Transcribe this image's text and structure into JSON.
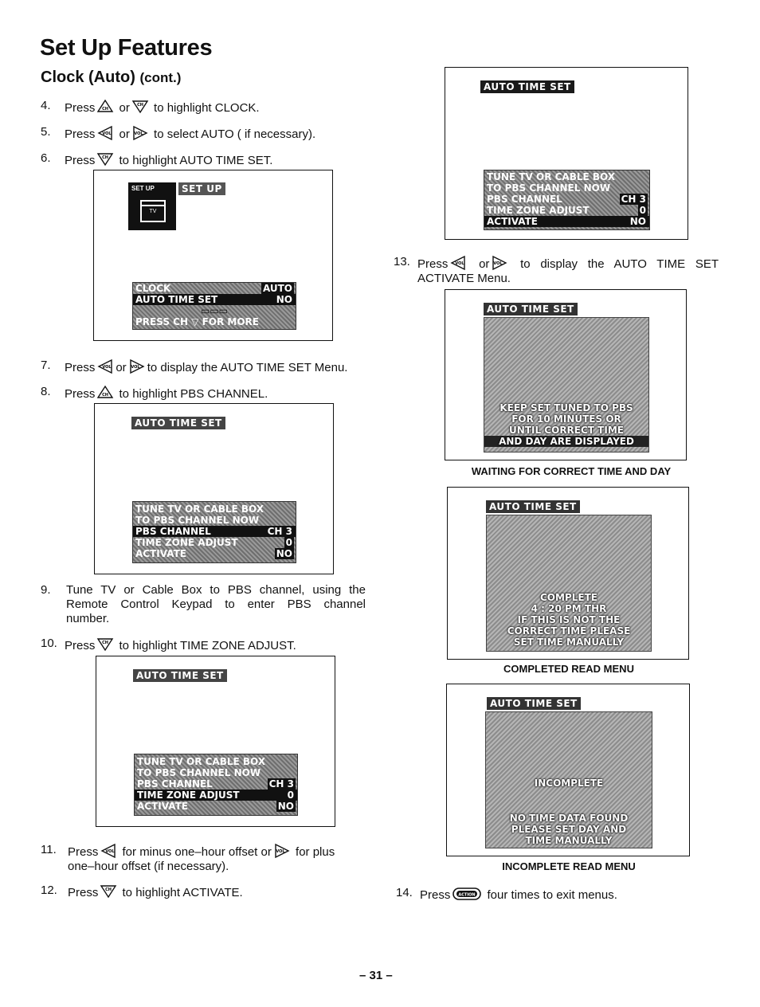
{
  "title": "Set Up Features",
  "subtitle": "Clock (Auto)",
  "subtitle_cont": "(cont.)",
  "steps": {
    "s4": {
      "num": "4.",
      "pre": "Press",
      "mid": "or",
      "post": "to highlight CLOCK."
    },
    "s5": {
      "num": "5.",
      "pre": "Press",
      "mid": "or",
      "post": "to select AUTO ( if necessary)."
    },
    "s6": {
      "num": "6.",
      "pre": "Press",
      "post": "to highlight AUTO TIME SET."
    },
    "s7": {
      "num": "7.",
      "pre": "Press",
      "mid": "or",
      "post": "to display the AUTO TIME SET Menu."
    },
    "s8": {
      "num": "8.",
      "pre": "Press",
      "post": "to highlight PBS CHANNEL."
    },
    "s9": {
      "num": "9.",
      "line1": "Tune TV or Cable Box to PBS channel, using the",
      "line2": "Remote Control Keypad to enter PBS channel",
      "line3": "number."
    },
    "s10": {
      "num": "10.",
      "pre": "Press",
      "post": "to highlight TIME ZONE ADJUST."
    },
    "s11": {
      "num": "11.",
      "pre": "Press",
      "mid": "for minus one–hour offset or",
      "post": "for plus",
      "line2": "one–hour offset (if necessary)."
    },
    "s12": {
      "num": "12.",
      "pre": "Press",
      "post": "to highlight ACTIVATE."
    },
    "s13": {
      "num": "13.",
      "pre": "Press",
      "mid": "or",
      "post": "to display the AUTO TIME SET",
      "line2": "ACTIVATE Menu."
    },
    "s14": {
      "num": "14.",
      "pre": "Press",
      "post": "four times to exit menus."
    }
  },
  "screen_setup": {
    "icon_label": "SET UP",
    "icon_tv": "TV",
    "header": "SET UP",
    "rows": [
      {
        "label": "CLOCK",
        "value": "AUTO"
      },
      {
        "label": "AUTO TIME SET",
        "value": "NO"
      },
      {
        "label": "▭▭▭",
        "value": ""
      },
      {
        "label": "PRESS CH ▽ FOR MORE",
        "value": ""
      }
    ]
  },
  "screen_pbs": {
    "header": "AUTO TIME SET",
    "rows": [
      {
        "label": "TUNE TV OR CABLE BOX",
        "value": ""
      },
      {
        "label": "TO PBS CHANNEL NOW",
        "value": ""
      },
      {
        "label": "PBS CHANNEL",
        "value": "CH 3"
      },
      {
        "label": "TIME ZONE ADJUST",
        "value": "0"
      },
      {
        "label": "ACTIVATE",
        "value": "NO"
      }
    ]
  },
  "screen_tz": {
    "header": "AUTO TIME SET",
    "rows": [
      {
        "label": "TUNE TV OR CABLE BOX",
        "value": ""
      },
      {
        "label": "TO PBS CHANNEL NOW",
        "value": ""
      },
      {
        "label": "PBS CHANNEL",
        "value": "CH 3"
      },
      {
        "label": "TIME ZONE ADJUST",
        "value": "0"
      },
      {
        "label": "ACTIVATE",
        "value": "NO"
      }
    ]
  },
  "screen_act": {
    "header": "AUTO TIME SET",
    "rows": [
      {
        "label": "TUNE TV OR CABLE BOX",
        "value": ""
      },
      {
        "label": "TO PBS CHANNEL NOW",
        "value": ""
      },
      {
        "label": "PBS CHANNEL",
        "value": "CH 3"
      },
      {
        "label": "TIME ZONE ADJUST",
        "value": "0"
      },
      {
        "label": "ACTIVATE",
        "value": "NO"
      }
    ]
  },
  "screen_wait": {
    "header": "AUTO TIME SET",
    "lines": [
      "KEEP SET TUNED TO PBS",
      "FOR 10 MINUTES OR",
      "UNTIL CORRECT TIME",
      "AND DAY ARE DISPLAYED"
    ],
    "caption": "WAITING FOR CORRECT TIME AND DAY"
  },
  "screen_complete": {
    "header": "AUTO TIME SET",
    "lines": [
      "COMPLETE",
      "4 : 20 PM THR",
      "IF THIS IS NOT THE",
      "CORRECT TIME PLEASE",
      "SET TIME MANUALLY"
    ],
    "caption": "COMPLETED READ MENU"
  },
  "screen_incomplete": {
    "header": "AUTO TIME SET",
    "status": "INCOMPLETE",
    "lines": [
      "NO TIME DATA FOUND",
      "PLEASE SET DAY AND",
      "TIME MANUALLY"
    ],
    "caption": "INCOMPLETE READ MENU"
  },
  "page_number": "– 31 –"
}
